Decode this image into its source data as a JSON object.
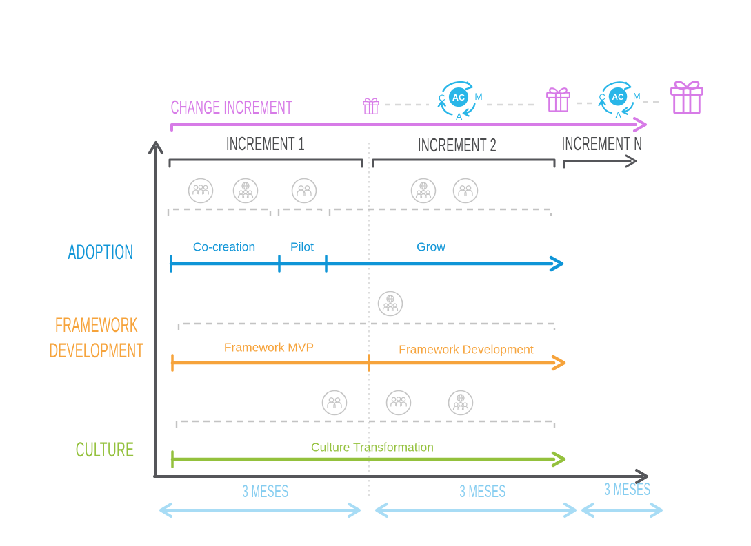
{
  "header": {
    "change_increment_label": "CHANGE INCREMENT"
  },
  "cycle_icon": {
    "center": "AC",
    "left": "C",
    "right": "M",
    "bottom": "A"
  },
  "increments": [
    {
      "label": "INCREMENT 1"
    },
    {
      "label": "INCREMENT 2"
    },
    {
      "label": "INCREMENT N"
    }
  ],
  "rows": [
    {
      "label": "ADOPTION",
      "color": "#0f95d7",
      "segments": [
        {
          "label": "Co-creation"
        },
        {
          "label": "Pilot"
        },
        {
          "label": "Grow"
        }
      ]
    },
    {
      "label_line1": "FRAMEWORK",
      "label_line2": "DEVELOPMENT",
      "color": "#f6a33b",
      "segments": [
        {
          "label": "Framework MVP"
        },
        {
          "label": "Framework Development"
        }
      ]
    },
    {
      "label": "CULTURE",
      "color": "#94c13d",
      "segments": [
        {
          "label": "Culture Transformation"
        }
      ]
    }
  ],
  "timescale": [
    {
      "label": "3 MESES"
    },
    {
      "label": "3 MESES"
    },
    {
      "label": "3 MESES"
    }
  ],
  "colors": {
    "purple": "#d77be7",
    "cyan": "#29b6e8",
    "blue": "#0f95d7",
    "orange": "#f6a33b",
    "green": "#94c13d",
    "dark_gray": "#55565a",
    "light_gray": "#c3c3c3",
    "pale_blue": "#a8dcf5"
  }
}
